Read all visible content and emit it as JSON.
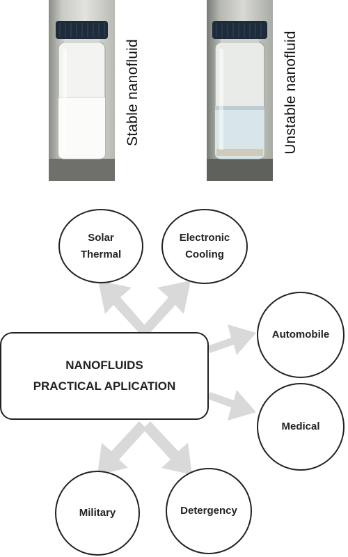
{
  "photos": {
    "stable_caption": "Stable nanofluid",
    "unstable_caption": "Unstable nanofluid"
  },
  "diagram": {
    "hub_label": "NANOFLUIDS\nPRACTICAL APLICATION",
    "nodes": {
      "solar": "Solar\nThermal",
      "electronic": "Electronic\nCooling",
      "automobile": "Automobile",
      "medical": "Medical",
      "military": "Military",
      "detergency": "Detergency"
    }
  },
  "colors": {
    "arrow": "#d9d9d9",
    "outline": "#222222",
    "cap": "#1e2b3a"
  }
}
